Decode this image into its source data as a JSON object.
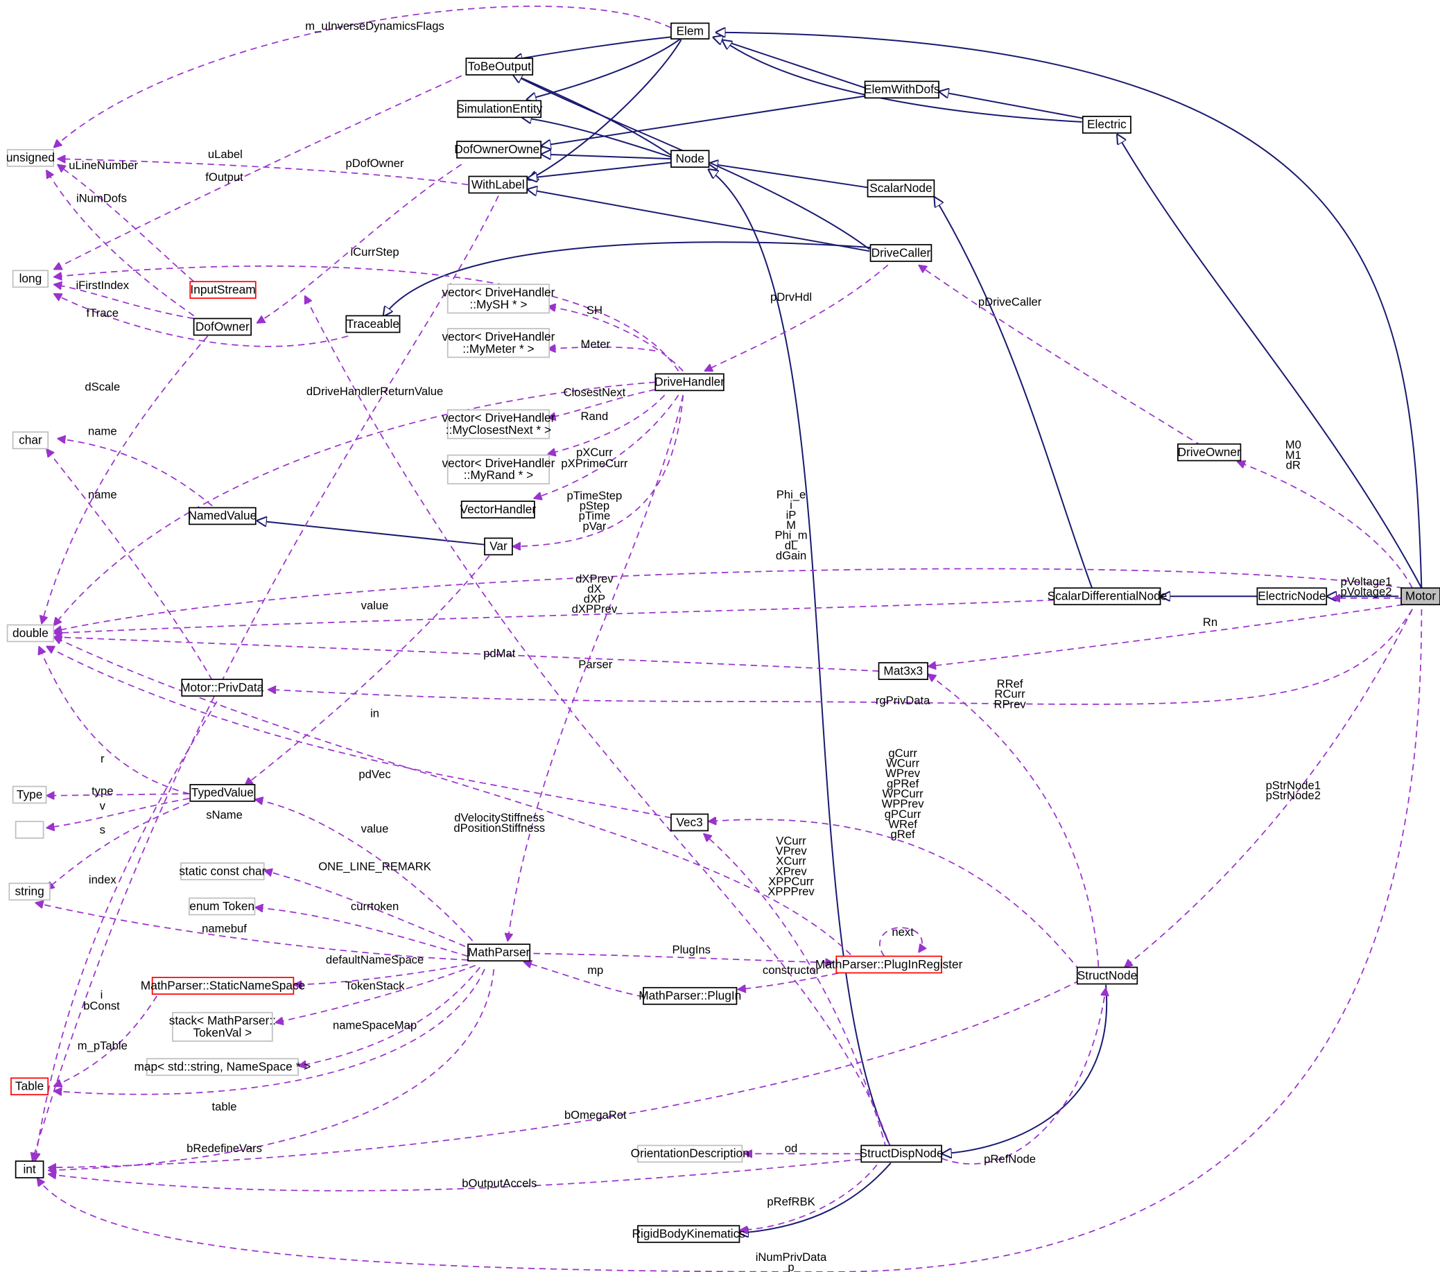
{
  "nodes": {
    "Elem": "Elem",
    "ToBeOutput": "ToBeOutput",
    "SimulationEntity": "SimulationEntity",
    "ElemWithDofs": "ElemWithDofs",
    "Electric": "Electric",
    "DofOwnerOwner": "DofOwnerOwner",
    "Node": "Node",
    "WithLabel": "WithLabel",
    "ScalarNode": "ScalarNode",
    "DriveCaller": "DriveCaller",
    "unsigned": "unsigned",
    "long": "long",
    "InputStream": "InputStream",
    "DofOwner": "DofOwner",
    "Traceable": "Traceable",
    "vecMySH_1": "vector< DriveHandler",
    "vecMySH_2": "::MySH * >",
    "vecMyMeter_1": "vector< DriveHandler",
    "vecMyMeter_2": "::MyMeter * >",
    "DriveHandler": "DriveHandler",
    "vecClosest_1": "vector< DriveHandler",
    "vecClosest_2": "::MyClosestNext * >",
    "vecRand_1": "vector< DriveHandler",
    "vecRand_2": "::MyRand * >",
    "VectorHandler": "VectorHandler",
    "char": "char",
    "NamedValue": "NamedValue",
    "Var": "Var",
    "DriveOwner": "DriveOwner",
    "double": "double",
    "ScalarDifferentialNode": "ScalarDifferentialNode",
    "ElectricNode": "ElectricNode",
    "Motor": "Motor",
    "Mat3x3": "Mat3x3",
    "MotorPrivData": "Motor::PrivData",
    "Type": "Type",
    "TypedValue": "TypedValue",
    "Vec3": "Vec3",
    "string": "string",
    "staticConstChar": "static const char",
    "enumToken": "enum Token",
    "MathParser": "MathParser",
    "PlugInRegister": "MathParser::PlugInRegister",
    "StructNode": "StructNode",
    "StaticNameSpace": "MathParser::StaticNameSpace",
    "PlugIn": "MathParser::PlugIn",
    "stack_1": "stack< MathParser::",
    "stack_2": "TokenVal >",
    "map": "map< std::string, NameSpace * >",
    "Table": "Table",
    "int": "int",
    "OrientationDescription": "OrientationDescription",
    "StructDispNode": "StructDispNode",
    "RigidBodyKinematics": "RigidBodyKinematics"
  },
  "edge_labels": {
    "m_uInverseDynamicsFlags": "m_uInverseDynamicsFlags",
    "uLabel": "uLabel",
    "uLineNumber": "uLineNumber",
    "pDofOwner": "pDofOwner",
    "fOutput": "fOutput",
    "iNumDofs": "iNumDofs",
    "iCurrStep": "iCurrStep",
    "iFirstIndex": "iFirstIndex",
    "fTrace": "fTrace",
    "SH": "SH",
    "pDrvHdl": "pDrvHdl",
    "pDriveCaller": "pDriveCaller",
    "Meter": "Meter",
    "dScale": "dScale",
    "dDriveHandlerReturnValue": "dDriveHandlerReturnValue",
    "ClosestNext": "ClosestNext",
    "name1": "name",
    "Rand": "Rand",
    "pXCurr": "pXCurr",
    "pXPrimeCurr": "pXPrimeCurr",
    "M0": "M0",
    "M1": "M1",
    "dR": "dR",
    "name2": "name",
    "pTimeStep": "pTimeStep",
    "pStep": "pStep",
    "pTime": "pTime",
    "pVar": "pVar",
    "Phi_e": "Phi_e",
    "i1": "i",
    "iP": "iP",
    "M": "M",
    "Phi_m": "Phi_m",
    "dL": "dL",
    "dGain": "dGain",
    "dXPrev": "dXPrev",
    "dX": "dX",
    "dXP": "dXP",
    "dXPPrev": "dXPPrev",
    "pVoltage1": "pVoltage1",
    "pVoltage2": "pVoltage2",
    "value1": "value",
    "Rn": "Rn",
    "pdMat": "pdMat",
    "Parser": "Parser",
    "RRef": "RRef",
    "RCurr": "RCurr",
    "RPrev": "RPrev",
    "rgPrivData": "rgPrivData",
    "in": "in",
    "gCurr": "gCurr",
    "WCurr": "WCurr",
    "WPrev": "WPrev",
    "gPRef": "gPRef",
    "WPCurr": "WPCurr",
    "WPPrev": "WPPrev",
    "gPCurr": "gPCurr",
    "WRef": "WRef",
    "gRef": "gRef",
    "r": "r",
    "pdVec": "pdVec",
    "pStrNode1": "pStrNode1",
    "pStrNode2": "pStrNode2",
    "type": "type",
    "v": "v",
    "sName": "sName",
    "dVelocityStiffness": "dVelocityStiffness",
    "dPositionStiffness": "dPositionStiffness",
    "s": "s",
    "value2": "value",
    "VCurr": "VCurr",
    "VPrev": "VPrev",
    "XCurr": "XCurr",
    "XPrev": "XPrev",
    "XPPCurr": "XPPCurr",
    "XPPPrev": "XPPPrev",
    "ONE_LINE_REMARK": "ONE_LINE_REMARK",
    "index": "index",
    "currtoken": "currtoken",
    "next": "next",
    "namebuf": "namebuf",
    "PlugIns": "PlugIns",
    "defaultNameSpace": "defaultNameSpace",
    "mp": "mp",
    "constructor": "constructor",
    "TokenStack": "TokenStack",
    "i2": "i",
    "bConst": "bConst",
    "nameSpaceMap": "nameSpaceMap",
    "m_pTable": "m_pTable",
    "table": "table",
    "bOmegaRot": "bOmegaRot",
    "bRedefineVars": "bRedefineVars",
    "od": "od",
    "pRefNode": "pRefNode",
    "bOutputAccels": "bOutputAccels",
    "pRefRBK": "pRefRBK",
    "iNumPrivData": "iNumPrivData",
    "p": "p"
  },
  "colors": {
    "inheritance": "#191970",
    "usage": "#9a32cd",
    "highlight_fill": "#bfbfbf",
    "external_border": "#bfbfbf",
    "undocumented_border": "#ff0000"
  }
}
